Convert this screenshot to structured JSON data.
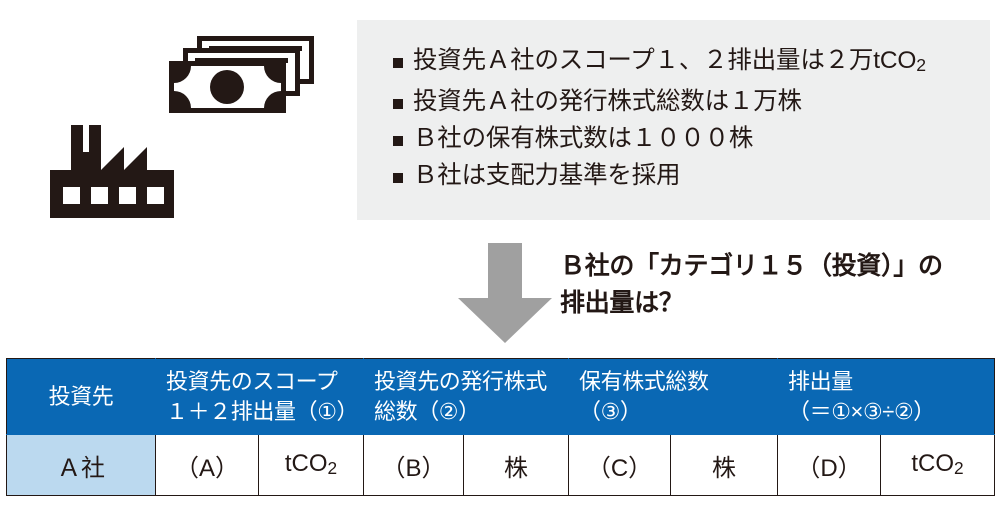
{
  "icons": {
    "factory": "factory-icon",
    "money": "banknotes-icon",
    "arrow": "arrow-down-icon"
  },
  "facts_panel": {
    "background": "#eeefef",
    "bullets": [
      "投資先Ａ社のスコープ１、２排出量は２万tCO",
      "投資先Ａ社の発行株式総数は１万株",
      "Ｂ社の保有株式数は１０００株",
      "Ｂ社は支配力基準を採用"
    ],
    "bullet0_subscript": "2"
  },
  "question": {
    "line1": "Ｂ社の「カテゴリ１５（投資）」の",
    "line2": "排出量は？"
  },
  "table": {
    "header_bg": "#0a68b4",
    "row_highlight_bg": "#bbd9ef",
    "headers": [
      {
        "label_lines": [
          "投資先"
        ],
        "align": "center"
      },
      {
        "label_lines": [
          "投資先のスコープ",
          "１＋２排出量（①）"
        ],
        "align": "left"
      },
      {
        "label_lines": [
          "投資先の発行株式",
          "総数（②）"
        ],
        "align": "left"
      },
      {
        "label_lines": [
          "保有株式総数",
          "（③）"
        ],
        "align": "left"
      },
      {
        "label_lines": [
          "排出量",
          "（＝①×③÷②）"
        ],
        "align": "left"
      }
    ],
    "rows": [
      {
        "company": "Ａ社",
        "scope_value": "（A）",
        "scope_unit": "tCO",
        "scope_unit_sub": "2",
        "shares_total_value": "（B）",
        "shares_total_unit": "株",
        "shares_held_value": "（C）",
        "shares_held_unit": "株",
        "emissions_value": "（D）",
        "emissions_unit": "tCO",
        "emissions_unit_sub": "2"
      }
    ]
  }
}
